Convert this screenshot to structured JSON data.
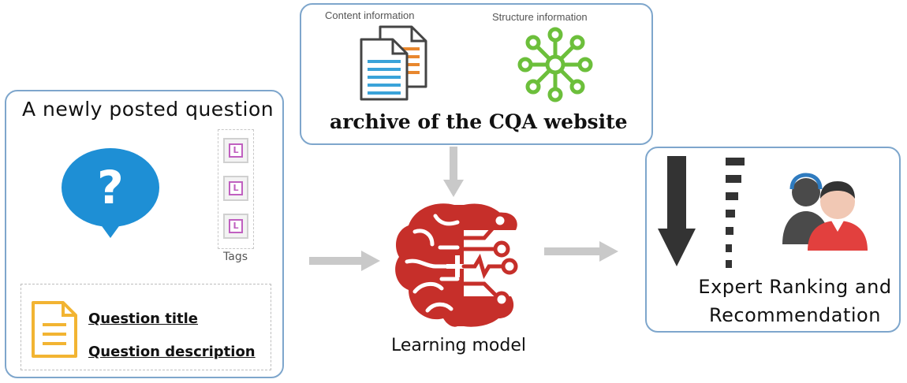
{
  "question": {
    "title": "A newly posted question",
    "tags_label": "Tags",
    "tag_items": [
      "L",
      "L",
      "L"
    ],
    "question_title": "Question title",
    "question_description": "Question description"
  },
  "archive": {
    "content_label": "Content information",
    "structure_label": "Structure information",
    "title": "archive of the CQA website"
  },
  "model": {
    "label": "Learning model"
  },
  "expert": {
    "label": "Expert Ranking and Recommendation"
  },
  "colors": {
    "box_border": "#7ea6cc",
    "bubble_blue": "#1e8fd5",
    "doc_yellow": "#f2b432",
    "graph_green": "#6cbf3b",
    "brain_red": "#c62f2a",
    "arrow_gray": "#c9c9c9",
    "ranking_dark": "#333333",
    "user_red": "#e2403e"
  }
}
